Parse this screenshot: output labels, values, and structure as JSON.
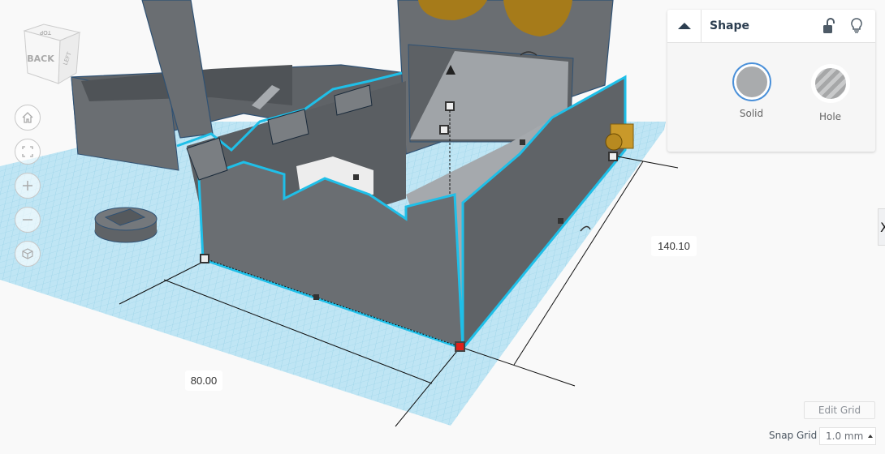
{
  "viewcube": {
    "faces": {
      "top": "TOP",
      "back": "BACK",
      "left": "LEFT"
    }
  },
  "nav_controls": [
    {
      "id": "home",
      "icon": "home-icon"
    },
    {
      "id": "fit",
      "icon": "fit-view-icon"
    },
    {
      "id": "zoom_in",
      "icon": "plus-icon"
    },
    {
      "id": "zoom_out",
      "icon": "minus-icon"
    },
    {
      "id": "ortho",
      "icon": "perspective-cube-icon"
    }
  ],
  "shape_panel": {
    "title": "Shape",
    "icons": [
      "lock-open-icon",
      "lightbulb-icon"
    ],
    "options": [
      {
        "label": "Solid",
        "selected": true
      },
      {
        "label": "Hole",
        "selected": false
      }
    ]
  },
  "dimensions": {
    "width": "80.00",
    "length": "140.10"
  },
  "grid": {
    "edit_grid_label": "Edit Grid",
    "snap_grid_label": "Snap Grid",
    "snap_grid_value": "1.0 mm"
  },
  "side_tab": {
    "label": "X"
  },
  "colors": {
    "selection_outline": "#1fbfe8",
    "workplane": "#a8dcf0",
    "shape_gray": "#6d7175",
    "accent_gold": "#c9992a",
    "handle_red": "#e0201a"
  }
}
